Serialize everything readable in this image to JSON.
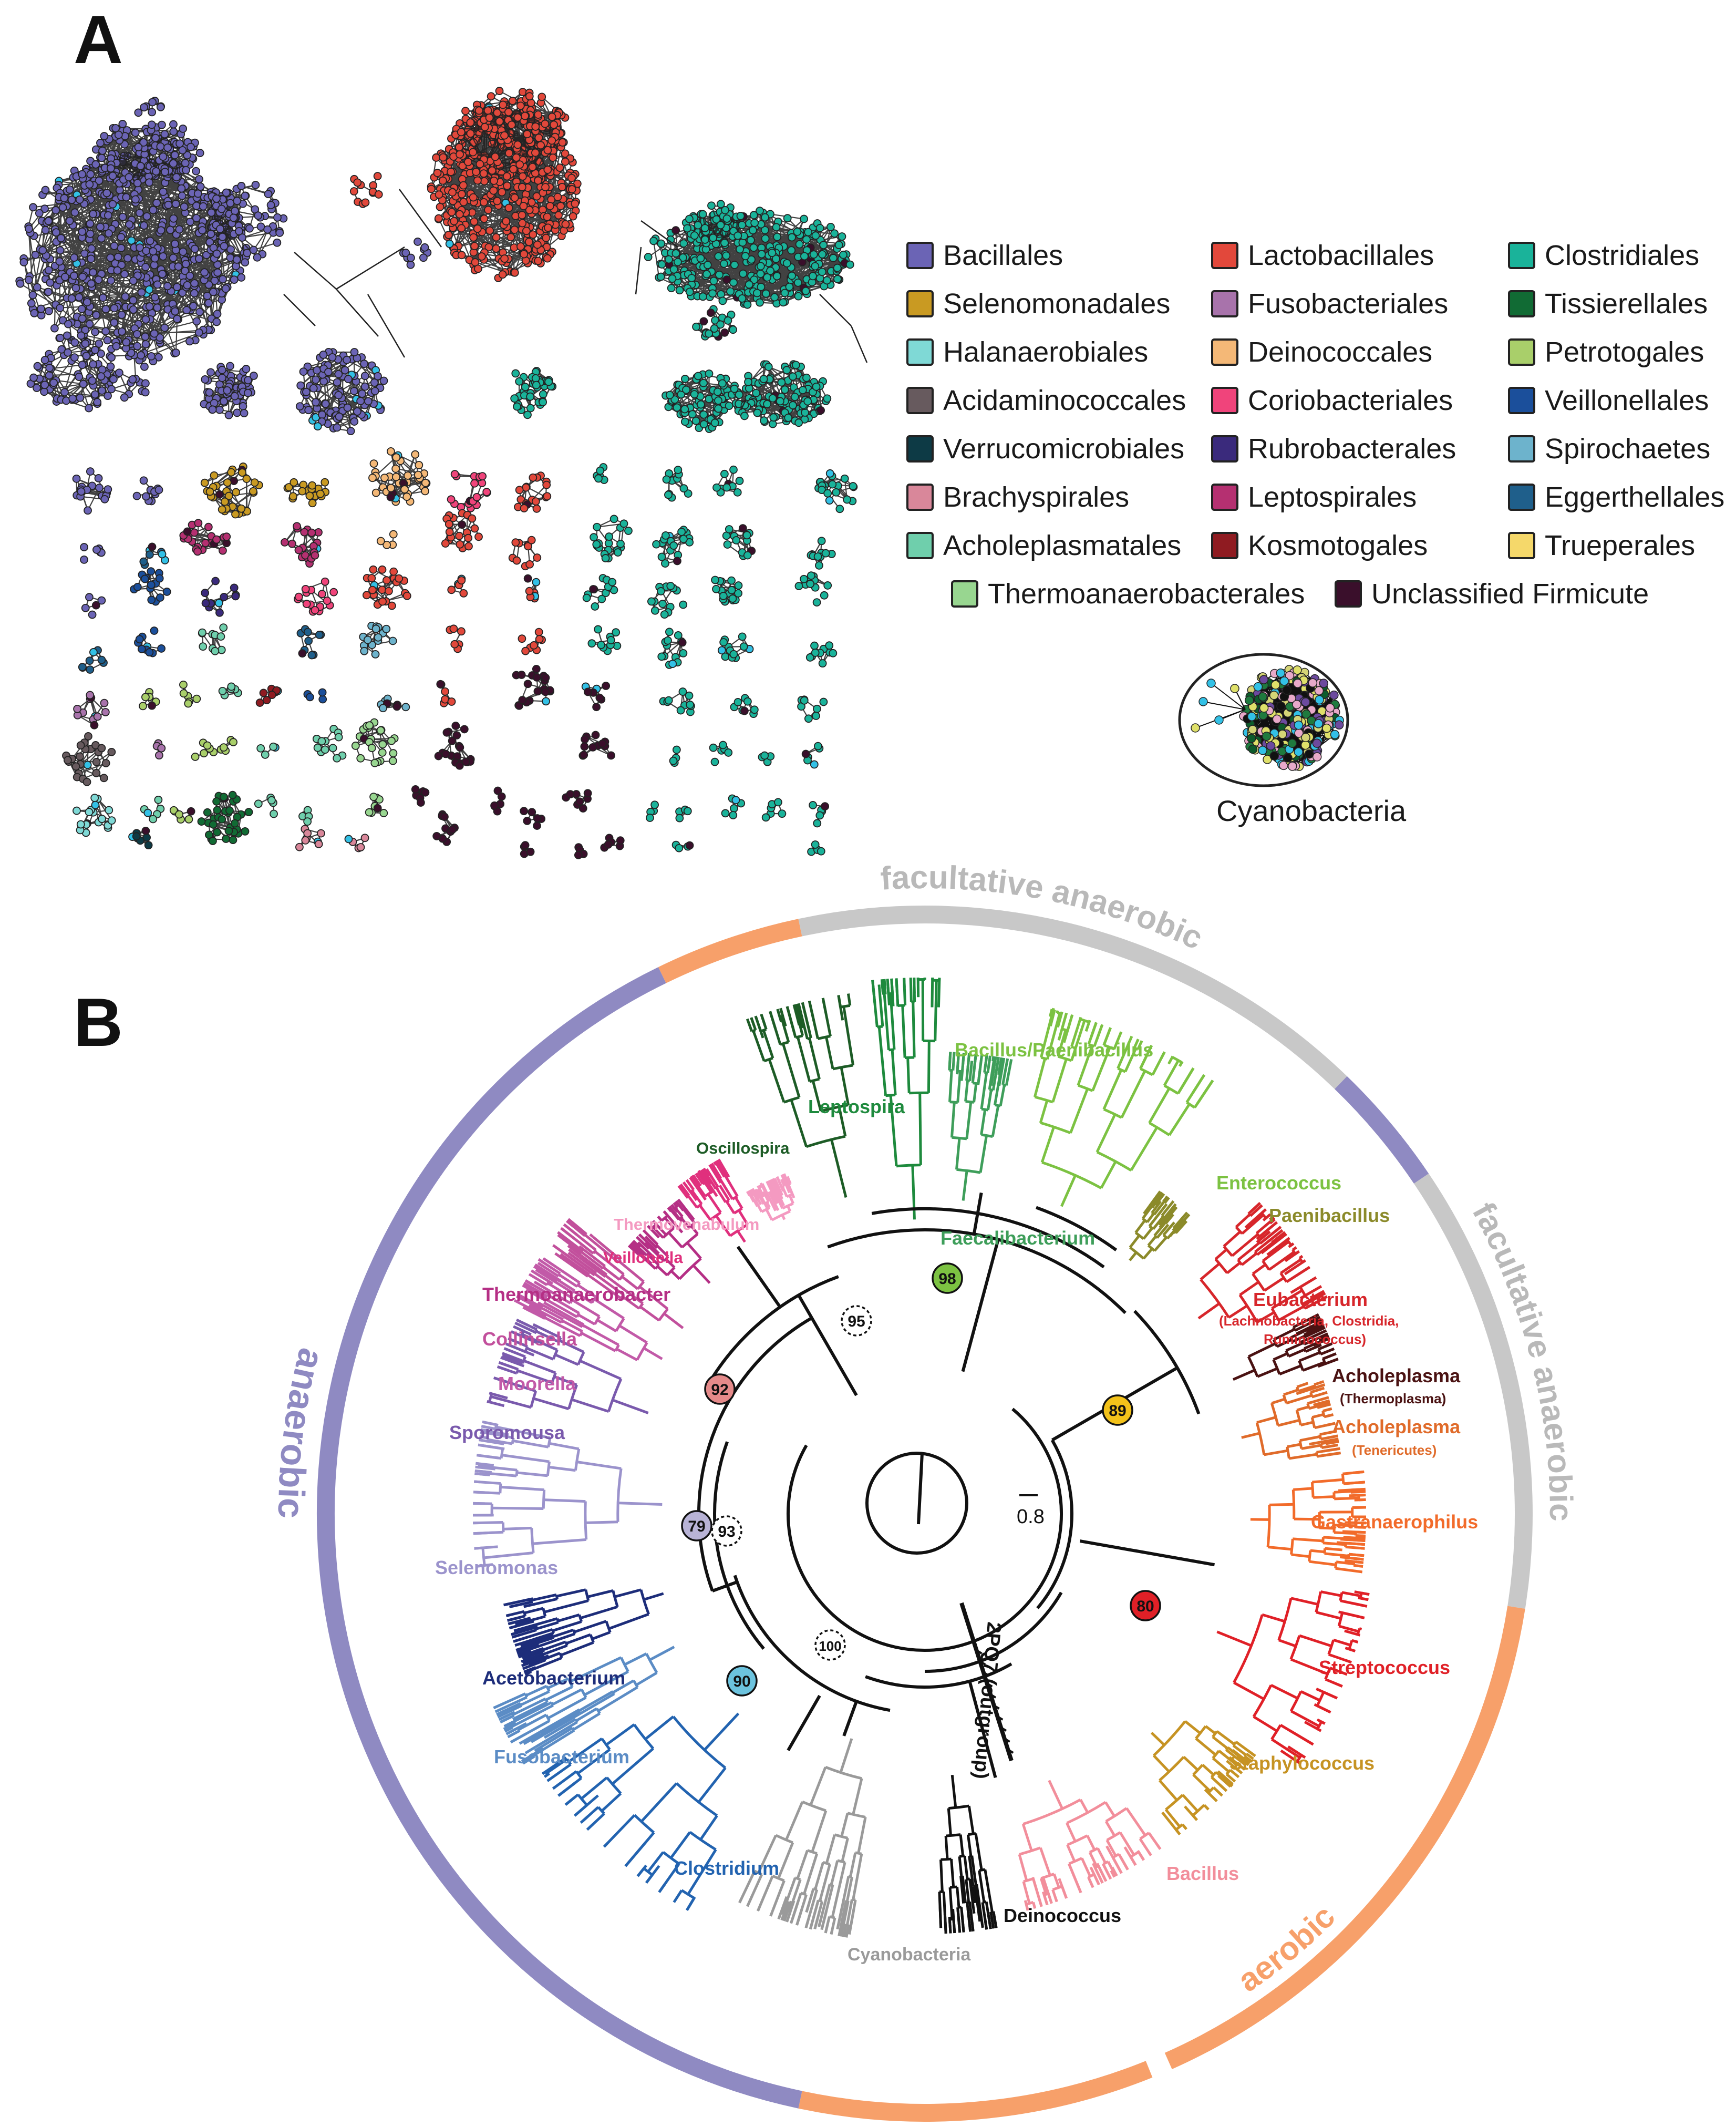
{
  "panels": {
    "a_letter": "A",
    "b_letter": "B"
  },
  "legend": {
    "items": [
      {
        "label": "Bacillales",
        "color": "#6b64b5"
      },
      {
        "label": "Lactobacillales",
        "color": "#e2483b"
      },
      {
        "label": "Clostridiales",
        "color": "#1ab39a"
      },
      {
        "label": "Selenomonadales",
        "color": "#c99a22"
      },
      {
        "label": "Fusobacteriales",
        "color": "#a873ab"
      },
      {
        "label": "Tissierellales",
        "color": "#116b34"
      },
      {
        "label": "Halanaerobiales",
        "color": "#7fd9d6"
      },
      {
        "label": "Deinococcales",
        "color": "#f4b877"
      },
      {
        "label": "Petrotogales",
        "color": "#a9cf6a"
      },
      {
        "label": "Acidaminococcales",
        "color": "#675a5e"
      },
      {
        "label": "Coriobacteriales",
        "color": "#f0447b"
      },
      {
        "label": "Veillonellales",
        "color": "#1b4f9b"
      },
      {
        "label": "Verrucomicrobiales",
        "color": "#0d3a45"
      },
      {
        "label": "Rubrobacterales",
        "color": "#3a2a7c"
      },
      {
        "label": "Spirochaetes",
        "color": "#6db3cc"
      },
      {
        "label": "Brachyspirales",
        "color": "#d9879a"
      },
      {
        "label": "Leptospirales",
        "color": "#b53071"
      },
      {
        "label": "Eggerthellales",
        "color": "#1f5f8b"
      },
      {
        "label": "Acholeplasmatales",
        "color": "#6fcfac"
      },
      {
        "label": "Kosmotogales",
        "color": "#8f1b21"
      },
      {
        "label": "Trueperales",
        "color": "#f5d86a"
      },
      {
        "label": "Thermoanaerobacterales",
        "color": "#98d690"
      },
      {
        "label": "Unclassified Firmicute",
        "color": "#3a0f2b"
      }
    ]
  },
  "cyano_label": "Cyanobacteria",
  "tree": {
    "clades": [
      {
        "label": "Leptospira",
        "color": "#1e8a3d"
      },
      {
        "label": "Bacillus/Paenibacillus",
        "color": "#7cc242"
      },
      {
        "label": "Oscillospira",
        "color": "#1d5c26"
      },
      {
        "label": "Enterococcus",
        "color": "#7cc242"
      },
      {
        "label": "Paenibacillus",
        "color": "#8b8a2a"
      },
      {
        "label": "Faecalibacterium",
        "color": "#3e9e5a"
      },
      {
        "label": "Thermovenabulum",
        "color": "#f49ac1"
      },
      {
        "label": "Veillonella",
        "color": "#e0307d"
      },
      {
        "label": "Thermoanaerobacter",
        "color": "#b52f85"
      },
      {
        "label": "Collinsella",
        "color": "#c2509c"
      },
      {
        "label": "Moorella",
        "color": "#c25aa8"
      },
      {
        "label": "Sporomousa",
        "color": "#7a5aad"
      },
      {
        "label": "Selenomonas",
        "color": "#9b93cc"
      },
      {
        "label": "Acetobacterium",
        "color": "#1d2d7a"
      },
      {
        "label": "Fusobacterium",
        "color": "#5b8cc5"
      },
      {
        "label": "Clostridium",
        "color": "#2263b0"
      },
      {
        "label": "Cyanobacteria",
        "color": "#9a9a9a"
      },
      {
        "label": "Deinococcus",
        "color": "#111111"
      },
      {
        "label": "Bacillus",
        "color": "#f28e9b"
      },
      {
        "label": "Staphylococcus",
        "color": "#c69323"
      },
      {
        "label": "Streptococcus",
        "color": "#e02027"
      },
      {
        "label": "Gastranaerophilus",
        "color": "#f26b2a"
      },
      {
        "label": "Acholeplasma",
        "color": "#e06b2a"
      },
      {
        "label": "(Tenericutes)",
        "color": "#e06b2a"
      },
      {
        "label": "Acholeplasma",
        "color": "#4a1212"
      },
      {
        "label": "(Thermoplasma)",
        "color": "#4a1212"
      },
      {
        "label": "Eubacterium",
        "color": "#d7262b"
      },
      {
        "label": "(Lachnobacteria, Clostridia,",
        "color": "#d7262b"
      },
      {
        "label": "Ruminococcus)",
        "color": "#d7262b"
      }
    ],
    "outgroup": "2PQ7 (outgroup)",
    "scale": "0.8",
    "bootstrap": [
      {
        "value": "98",
        "fill": "#7cc242"
      },
      {
        "value": "95",
        "fill": "#ffffff"
      },
      {
        "value": "92",
        "fill": "#e58a8a"
      },
      {
        "value": "89",
        "fill": "#f3c21a"
      },
      {
        "value": "79",
        "fill": "#b8b3d6"
      },
      {
        "value": "93",
        "fill": "#ffffff"
      },
      {
        "value": "90",
        "fill": "#6cc3de"
      },
      {
        "value": "100",
        "fill": "#ffffff"
      },
      {
        "value": "80",
        "fill": "#e02027"
      }
    ],
    "ring": {
      "anaerobic": {
        "label": "anaerobic",
        "color": "#8f8ac2"
      },
      "aerobic": {
        "label": "aerobic",
        "color": "#f7a06a"
      },
      "facultative": {
        "label": "facultative anaerobic",
        "color": "#c8c8c8"
      }
    }
  }
}
